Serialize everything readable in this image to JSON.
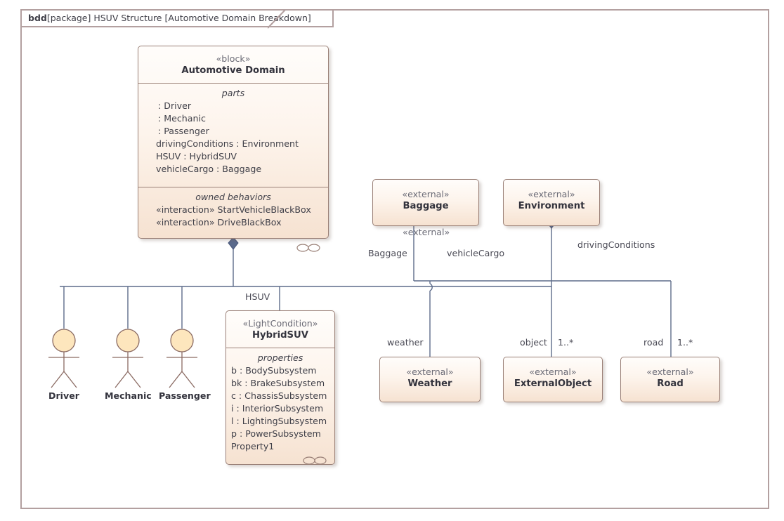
{
  "diagram": {
    "kind": "bdd",
    "tab_prefix": "bdd",
    "tab_rest": "[package] HSUV Structure [Automotive Domain Breakdown]",
    "frame_title": "bdd[package] HSUV Structure [Automotive Domain Breakdown]"
  },
  "colors": {
    "block_fill_top": "#fffdfb",
    "block_fill_bottom": "#f6e2d1",
    "block_border": "#9a8077",
    "frame_border": "#b3a0a0",
    "connector": "#5d6b8a",
    "diamond": "#5a6a8c",
    "actor_head_fill": "#fde6bd",
    "actor_stroke": "#8a6a62",
    "text": "#3f3f48",
    "stereotype_text": "#6b6b76",
    "canvas": "#ffffff"
  },
  "blocks": {
    "automotive_domain": {
      "stereotype": "«block»",
      "name": "Automotive Domain",
      "compartments": [
        {
          "title": "parts",
          "items": [
            ": Driver",
            ": Mechanic",
            ": Passenger",
            "drivingConditions : Environment",
            "HSUV : HybridSUV",
            "vehicleCargo : Baggage"
          ]
        },
        {
          "title": "owned behaviors",
          "items": [
            "«interaction» StartVehicleBlackBox",
            "«interaction» DriveBlackBox"
          ]
        }
      ],
      "has_child_diagram_icon": true
    },
    "hybrid_suv": {
      "stereotype": "«LightCondition»",
      "name": "HybridSUV",
      "compartments": [
        {
          "title": "properties",
          "items": [
            "b : BodySubsystem",
            "bk : BrakeSubsystem",
            "c : ChassisSubsystem",
            "i : InteriorSubsystem",
            "l : LightingSubsystem",
            "p : PowerSubsystem",
            "Property1"
          ]
        }
      ],
      "has_child_diagram_icon": true
    },
    "baggage": {
      "stereotype": "«external»",
      "name": "Baggage"
    },
    "environment": {
      "stereotype": "«external»",
      "name": "Environment"
    },
    "weather": {
      "stereotype": "«external»",
      "name": "Weather"
    },
    "external_object": {
      "stereotype": "«external»",
      "name": "ExternalObject"
    },
    "road": {
      "stereotype": "«external»",
      "name": "Road"
    }
  },
  "actors": [
    {
      "name": "Driver"
    },
    {
      "name": "Mechanic"
    },
    {
      "name": "Passenger"
    }
  ],
  "edge_labels": {
    "hsuv_role": "HSUV",
    "baggage_stereotype_overlap": "«external»",
    "baggage_name_overlap": "Baggage",
    "vehicle_cargo_role": "vehicleCargo",
    "driving_conditions_role": "drivingConditions",
    "weather_role": "weather",
    "object_role": "object",
    "object_multiplicity": "1..*",
    "road_role": "road",
    "road_multiplicity": "1..*"
  }
}
